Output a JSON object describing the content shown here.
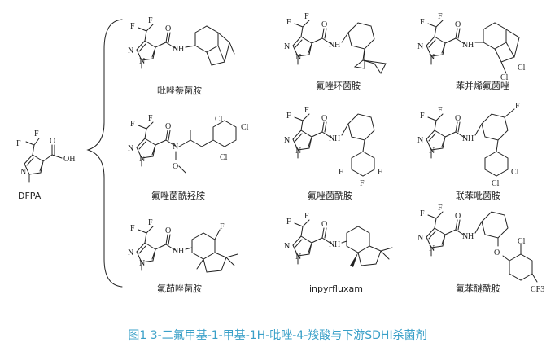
{
  "caption": "图1 3-二氟甲基-1-甲基-1H-吡唑-4-羧酸与下游SDHI杀菌剂",
  "atoms": {
    "F": "F",
    "N": "N",
    "O": "O",
    "H": "H",
    "OH": "OH",
    "Cl": "Cl",
    "CF3": "CF3"
  },
  "molecules": [
    {
      "id": "dfpa",
      "name": "DFPA"
    },
    {
      "id": "m1",
      "name": "吡唑萘菌胺"
    },
    {
      "id": "m2",
      "name": "氟唑环菌胺"
    },
    {
      "id": "m3",
      "name": "苯并烯氟菌唑"
    },
    {
      "id": "m4",
      "name": "氟唑菌酰羟胺"
    },
    {
      "id": "m5",
      "name": "氟唑菌酰胺"
    },
    {
      "id": "m6",
      "name": "联苯吡菌胺"
    },
    {
      "id": "m7",
      "name": "氟茚唑菌胺"
    },
    {
      "id": "m8",
      "name": "inpyrfluxam"
    },
    {
      "id": "m9",
      "name": "氟苯醚酰胺"
    }
  ],
  "colors": {
    "ink": "#222222",
    "caption": "#3aa0c8"
  }
}
